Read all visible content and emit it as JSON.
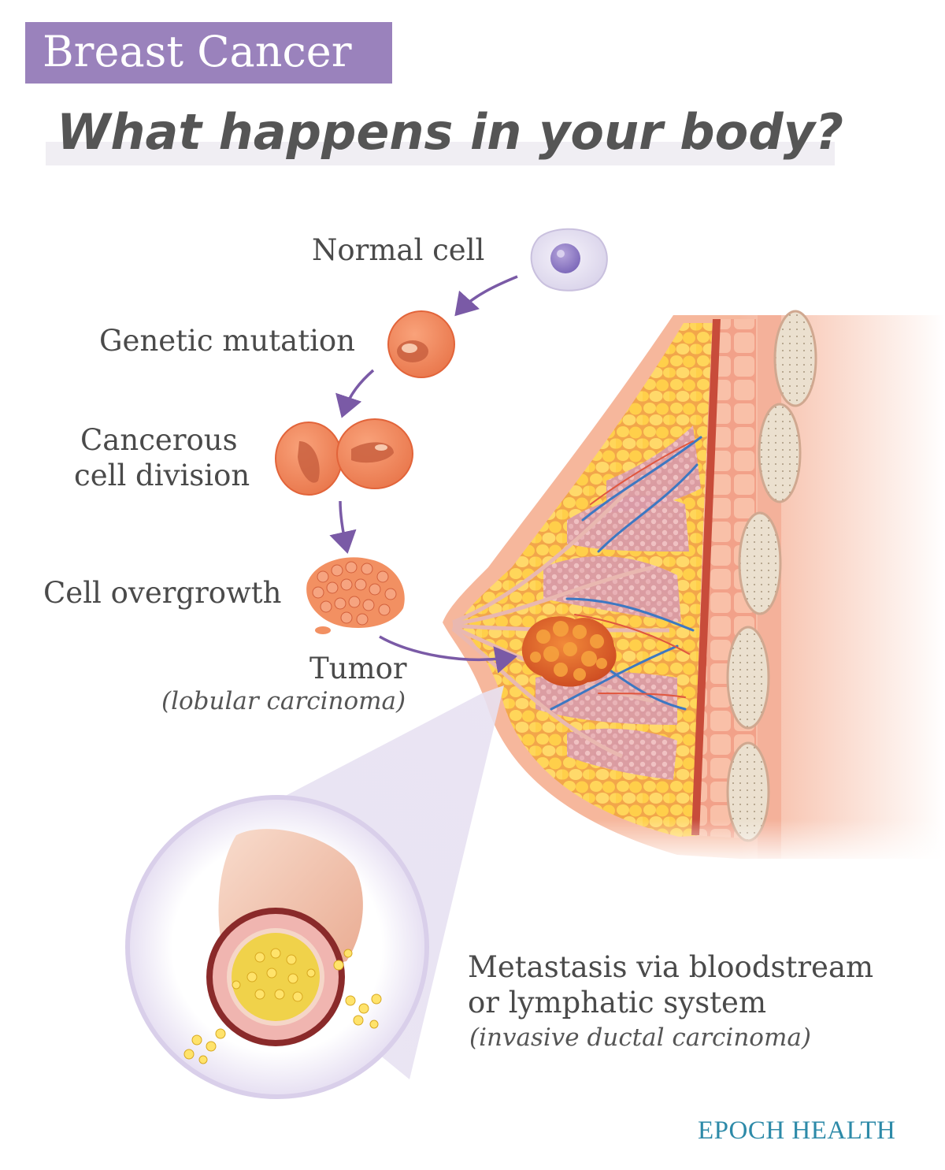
{
  "header": {
    "badge": "Breast Cancer",
    "headline": "What happens in your body?"
  },
  "stages": [
    {
      "label": "Normal cell"
    },
    {
      "label": "Genetic mutation"
    },
    {
      "label": "Cancerous",
      "label_line2": "cell division"
    },
    {
      "label": "Cell overgrowth"
    },
    {
      "label": "Tumor",
      "sublabel": "(lobular carcinoma)"
    }
  ],
  "metastasis": {
    "line1": "Metastasis via bloodstream",
    "line2": "or lymphatic system",
    "sublabel": "(invasive ductal carcinoma)"
  },
  "brand": "EPOCH HEALTH",
  "colors": {
    "badge": "#9a82bc",
    "arrow": "#7a5aa6",
    "brand": "#2d8aa8",
    "cell_orange": "#f08a5d",
    "normal_cell": "#e8e4f2",
    "fat": "#f7c94a",
    "skin": "#f5b9a0"
  }
}
